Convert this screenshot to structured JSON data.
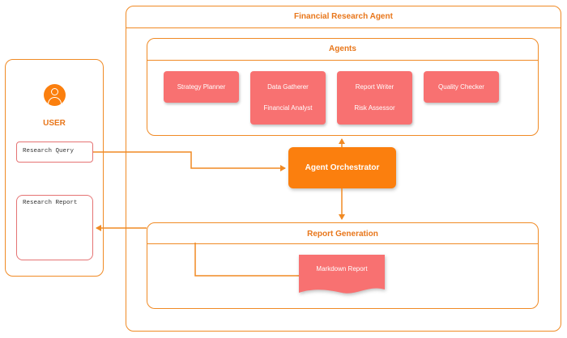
{
  "system": {
    "title": "Financial Research Agent"
  },
  "agents_panel": {
    "title": "Agents",
    "cards": [
      {
        "lines": [
          "Strategy Planner"
        ]
      },
      {
        "lines": [
          "Data Gatherer",
          "Financial Analyst"
        ]
      },
      {
        "lines": [
          "Report Writer",
          "Risk Assessor"
        ]
      },
      {
        "lines": [
          "Quality Checker"
        ]
      }
    ]
  },
  "user_panel": {
    "label": "USER",
    "icon": "user-icon",
    "query_label": "Research Query",
    "report_label": "Research Report"
  },
  "orchestrator": {
    "label": "Agent Orchestrator"
  },
  "report_generation": {
    "title": "Report Generation",
    "document_label": "Markdown Report"
  },
  "colors": {
    "accent": "#f08a24",
    "card": "#f87171",
    "orchestrator": "#fb7f0e"
  }
}
